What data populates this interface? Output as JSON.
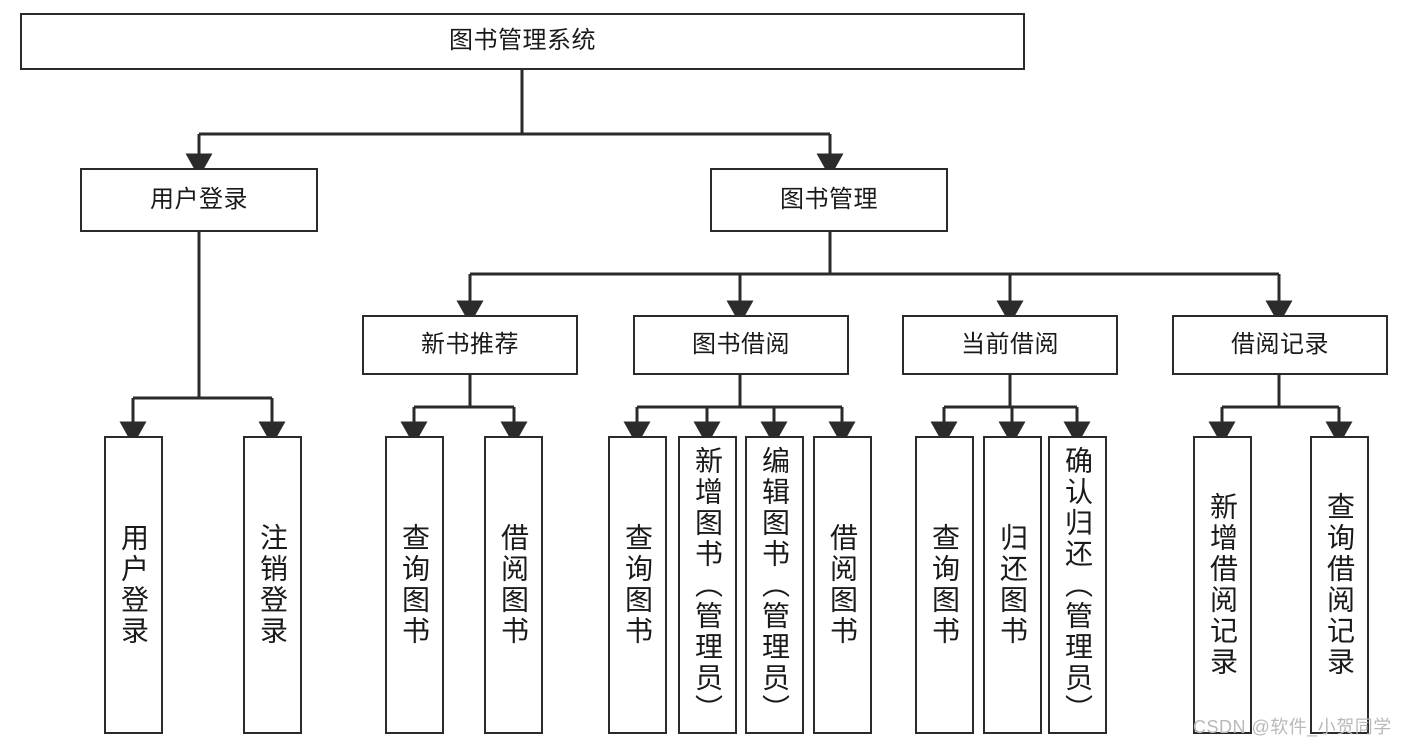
{
  "diagram": {
    "title": "图书管理系统",
    "type": "tree-hierarchy-diagram",
    "watermark": "CSDN @软件_小贺同学",
    "colors": {
      "box_border": "#2b2b2b",
      "box_fill": "#ffffff",
      "edge": "#2b2b2b",
      "text": "#1a1a1a",
      "watermark": "#b9b9b9",
      "background": "#ffffff"
    }
  },
  "nodes": {
    "root": {
      "label": "图书管理系统"
    },
    "level2": [
      {
        "label": "用户登录"
      },
      {
        "label": "图书管理"
      }
    ],
    "level3": [
      {
        "label": "新书推荐"
      },
      {
        "label": "图书借阅"
      },
      {
        "label": "当前借阅"
      },
      {
        "label": "借阅记录"
      }
    ],
    "leaves": {
      "user_login": [
        {
          "label": "用户登录"
        },
        {
          "label": "注销登录"
        }
      ],
      "new_book_recommend": [
        {
          "label": "查询图书"
        },
        {
          "label": "借阅图书"
        }
      ],
      "book_borrow": [
        {
          "label": "查询图书"
        },
        {
          "label": "新增图书（管理员）"
        },
        {
          "label": "编辑图书（管理员）"
        },
        {
          "label": "借阅图书"
        }
      ],
      "current_borrow": [
        {
          "label": "查询图书"
        },
        {
          "label": "归还图书"
        },
        {
          "label": "确认归还（管理员）"
        }
      ],
      "borrow_record": [
        {
          "label": "新增借阅记录"
        },
        {
          "label": "查询借阅记录"
        }
      ]
    }
  }
}
